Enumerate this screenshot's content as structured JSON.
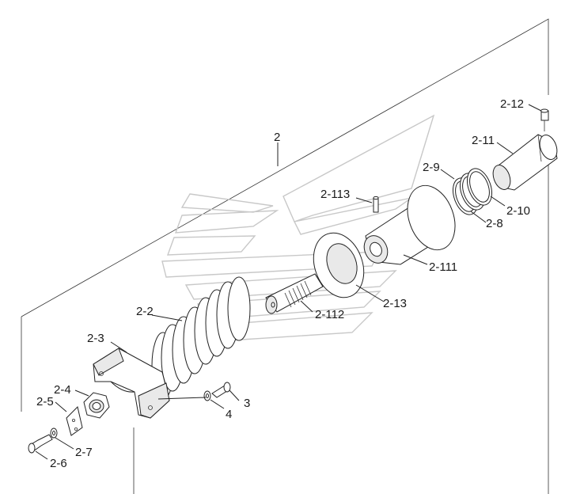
{
  "diagram": {
    "callouts": {
      "assembly": "2",
      "spring": "2-2",
      "bracket": "2-3",
      "nut": "2-4",
      "clip": "2-5",
      "bolt_small": "2-6",
      "washer_small": "2-7",
      "seal_ring_a": "2-8",
      "seal_ring_b": "2-9",
      "seal_ring_c": "2-10",
      "cylinder": "2-11",
      "grease_fitting": "2-12",
      "plate": "2-13",
      "rod": "2-111",
      "piston_rod": "2-112",
      "pin": "2-113",
      "bolt": "3",
      "washer": "4"
    }
  }
}
